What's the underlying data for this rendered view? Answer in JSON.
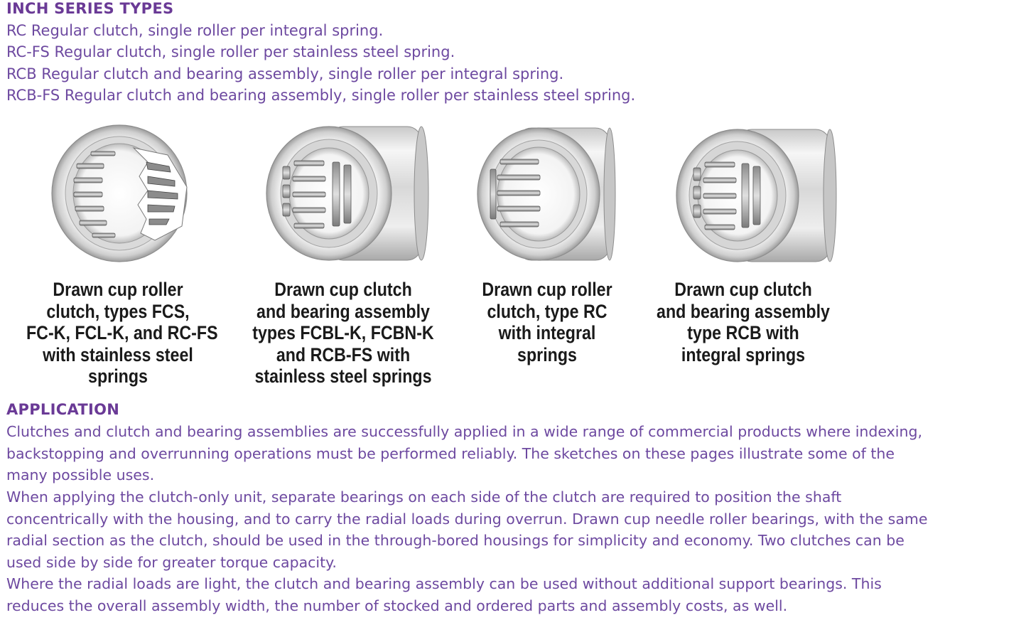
{
  "inch_series": {
    "heading": "INCH SERIES TYPES",
    "lines": [
      "RC Regular clutch, single roller per integral spring.",
      "RC-FS Regular clutch, single roller per stainless steel spring.",
      "RCB Regular clutch and bearing assembly, single roller per integral spring.",
      "RCB-FS Regular clutch and bearing assembly, single roller per stainless steel spring."
    ]
  },
  "figures": [
    {
      "icon": "bearing-cutaway-icon",
      "caption": [
        "Drawn cup roller",
        "clutch, types FCS,",
        "FC-K, FCL-K, and RC-FS",
        "with stainless steel",
        "springs"
      ]
    },
    {
      "icon": "bearing-assembly-icon",
      "caption": [
        "Drawn cup clutch",
        "and bearing assembly",
        "types FCBL-K, FCBN-K",
        "and RCB-FS with",
        "stainless steel springs"
      ]
    },
    {
      "icon": "roller-clutch-icon",
      "caption": [
        "Drawn cup roller",
        "clutch, type RC",
        "with integral",
        "springs"
      ]
    },
    {
      "icon": "bearing-assembly-icon",
      "caption": [
        "Drawn cup clutch",
        "and bearing assembly",
        "type RCB with",
        "integral springs"
      ]
    }
  ],
  "application": {
    "heading": "APPLICATION",
    "lines": [
      "Clutches and clutch and bearing assemblies are successfully applied in a wide range of commercial products where indexing,",
      "backstopping and overrunning operations must be performed reliably. The sketches on these pages illustrate some of the",
      "many possible uses.",
      "When applying the clutch-only unit, separate bearings on each side of the clutch are required to position the shaft",
      "concentrically with the housing, and to carry the radial loads during overrun. Drawn cup needle roller bearings, with the same",
      "radial section as the clutch, should be used in the through-bored housings for simplicity and economy. Two clutches can be",
      "used side by side for greater torque capacity.",
      "Where the radial loads are light, the clutch and bearing assembly can be used without additional support bearings. This",
      "reduces the overall assembly width, the number of stocked and ordered parts and assembly costs, as well."
    ]
  },
  "colors": {
    "heading": "#6a3a96",
    "body_text": "#6d49a0",
    "caption": "#1a1a1a"
  }
}
